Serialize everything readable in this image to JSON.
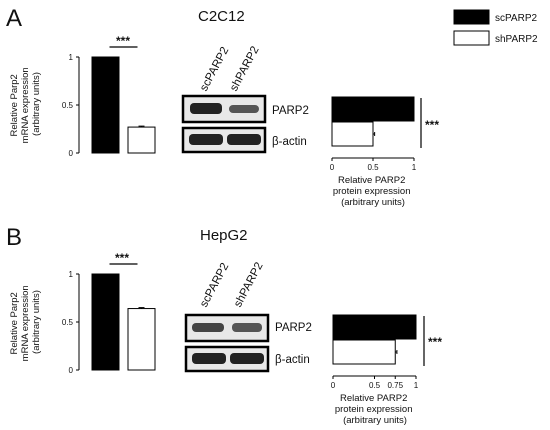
{
  "legend": [
    {
      "label": "scPARP2",
      "color": "#000000"
    },
    {
      "label": "shPARP2",
      "color": "#ffffff"
    }
  ],
  "panels": [
    {
      "letter": "A",
      "title": "C2C12",
      "significance": "***",
      "blot_lanes": [
        "scPARP2",
        "shPARP2"
      ],
      "blot_rows": [
        "PARP2",
        "β-actin"
      ],
      "mrna_ylabel": [
        "Relative Parp2",
        "mRNA expression",
        "(arbitrary units)"
      ],
      "protein_xlabel": [
        "Relative PARP2",
        "protein expression",
        "(arbitrary units)"
      ]
    },
    {
      "letter": "B",
      "title": "HepG2",
      "significance": "***",
      "blot_lanes": [
        "scPARP2",
        "shPARP2"
      ],
      "blot_rows": [
        "PARP2",
        "β-actin"
      ],
      "mrna_ylabel": [
        "Relative Parp2",
        "mRNA expression",
        "(arbitrary units)"
      ],
      "protein_xlabel": [
        "Relative PARP2",
        "protein expression",
        "(arbitrary units)"
      ]
    }
  ],
  "chart_data": [
    {
      "type": "bar",
      "panel": "A",
      "title": "C2C12",
      "categories": [
        "scPARP2",
        "shPARP2"
      ],
      "values": [
        1.0,
        0.27
      ],
      "errors": [
        0,
        0.01
      ],
      "ylabel": "Relative Parp2 mRNA expression (arbitrary units)",
      "ylim": [
        0,
        1
      ],
      "yticks": [
        "0",
        "0.5",
        "1"
      ]
    },
    {
      "type": "bar",
      "panel": "A",
      "orientation": "horizontal",
      "categories": [
        "scPARP2",
        "shPARP2"
      ],
      "values": [
        1.0,
        0.5
      ],
      "errors": [
        0,
        0.02
      ],
      "xlabel": "Relative PARP2 protein expression (arbitrary units)",
      "xlim": [
        0,
        1
      ],
      "xticks": [
        "0",
        "0.5",
        "1"
      ]
    },
    {
      "type": "bar",
      "panel": "B",
      "title": "HepG2",
      "categories": [
        "scPARP2",
        "shPARP2"
      ],
      "values": [
        1.0,
        0.64
      ],
      "errors": [
        0,
        0.01
      ],
      "ylabel": "Relative Parp2 mRNA expression (arbitrary units)",
      "ylim": [
        0,
        1
      ],
      "yticks": [
        "0",
        "0.5",
        "1"
      ]
    },
    {
      "type": "bar",
      "panel": "B",
      "orientation": "horizontal",
      "categories": [
        "scPARP2",
        "shPARP2"
      ],
      "values": [
        1.0,
        0.75
      ],
      "errors": [
        0,
        0.02
      ],
      "xlabel": "Relative PARP2 protein expression (arbitrary units)",
      "xlim": [
        0,
        1
      ],
      "xticks": [
        "0",
        "0.5",
        "0.75",
        "1"
      ]
    }
  ]
}
